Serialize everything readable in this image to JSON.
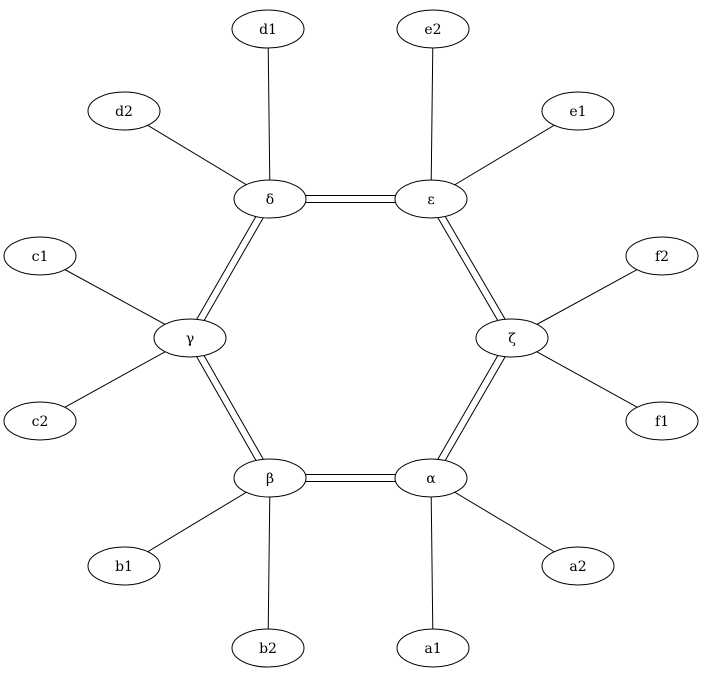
{
  "graph": {
    "nodes": [
      {
        "id": "alpha",
        "label": "α"
      },
      {
        "id": "beta",
        "label": "β"
      },
      {
        "id": "gamma",
        "label": "γ"
      },
      {
        "id": "delta",
        "label": "δ"
      },
      {
        "id": "epsilon",
        "label": "ε"
      },
      {
        "id": "zeta",
        "label": "ζ"
      },
      {
        "id": "a1",
        "label": "a1"
      },
      {
        "id": "a2",
        "label": "a2"
      },
      {
        "id": "b1",
        "label": "b1"
      },
      {
        "id": "b2",
        "label": "b2"
      },
      {
        "id": "c1",
        "label": "c1"
      },
      {
        "id": "c2",
        "label": "c2"
      },
      {
        "id": "d1",
        "label": "d1"
      },
      {
        "id": "d2",
        "label": "d2"
      },
      {
        "id": "e1",
        "label": "e1"
      },
      {
        "id": "e2",
        "label": "e2"
      },
      {
        "id": "f1",
        "label": "f1"
      },
      {
        "id": "f2",
        "label": "f2"
      }
    ],
    "edges": [
      {
        "from": "delta",
        "to": "epsilon",
        "double": true
      },
      {
        "from": "epsilon",
        "to": "zeta",
        "double": true
      },
      {
        "from": "zeta",
        "to": "alpha",
        "double": true
      },
      {
        "from": "alpha",
        "to": "beta",
        "double": true
      },
      {
        "from": "beta",
        "to": "gamma",
        "double": true
      },
      {
        "from": "gamma",
        "to": "delta",
        "double": true
      },
      {
        "from": "alpha",
        "to": "a1",
        "double": false
      },
      {
        "from": "alpha",
        "to": "a2",
        "double": false
      },
      {
        "from": "beta",
        "to": "b1",
        "double": false
      },
      {
        "from": "beta",
        "to": "b2",
        "double": false
      },
      {
        "from": "gamma",
        "to": "c1",
        "double": false
      },
      {
        "from": "gamma",
        "to": "c2",
        "double": false
      },
      {
        "from": "delta",
        "to": "d1",
        "double": false
      },
      {
        "from": "delta",
        "to": "d2",
        "double": false
      },
      {
        "from": "epsilon",
        "to": "e1",
        "double": false
      },
      {
        "from": "epsilon",
        "to": "e2",
        "double": false
      },
      {
        "from": "zeta",
        "to": "f1",
        "double": false
      },
      {
        "from": "zeta",
        "to": "f2",
        "double": false
      }
    ]
  }
}
